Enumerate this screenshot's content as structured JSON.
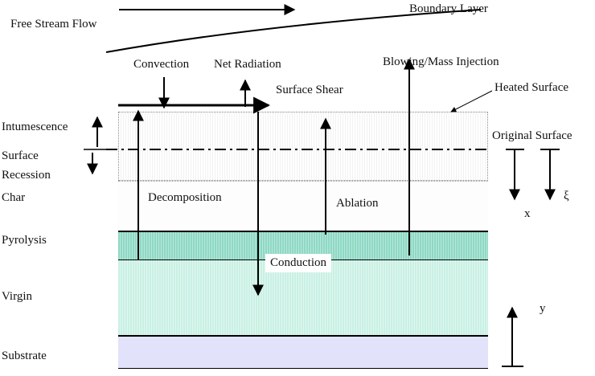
{
  "diagram": {
    "flow_label": "Free Stream Flow",
    "boundary_layer_label": "Boundary Layer",
    "convection_label": "Convection",
    "net_radiation_label": "Net Radiation",
    "blowing_label": "Blowing/Mass Injection",
    "surface_shear_label": "Surface Shear",
    "heated_surface_label": "Heated Surface",
    "original_surface_label": "Original Surface",
    "left_labels": {
      "intumescence": "Intumescence",
      "surface": "Surface",
      "recession": "Recession",
      "char": "Char",
      "pyrolysis": "Pyrolysis",
      "virgin": "Virgin",
      "substrate": "Substrate"
    },
    "inner_labels": {
      "decomposition": "Decomposition",
      "ablation": "Ablation",
      "conduction": "Conduction"
    },
    "axis_labels": {
      "x": "x",
      "xi": "ξ",
      "y": "y"
    },
    "colors": {
      "pyrolysis_fill": "#8fd8c4",
      "virgin_fill": "#d4f4ea",
      "substrate_fill": "#e2e2fb",
      "char_fill": "#fdfdfd",
      "line": "#000000"
    }
  }
}
